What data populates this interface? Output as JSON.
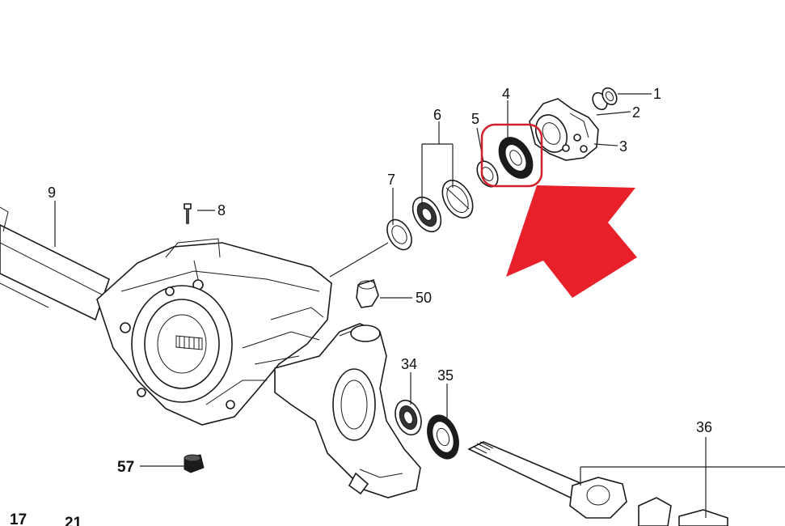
{
  "callouts": [
    {
      "number": "1"
    },
    {
      "number": "2"
    },
    {
      "number": "3"
    },
    {
      "number": "4"
    },
    {
      "number": "5"
    },
    {
      "number": "6"
    },
    {
      "number": "7"
    },
    {
      "number": "8"
    },
    {
      "number": "9"
    },
    {
      "number": "50"
    },
    {
      "number": "34"
    },
    {
      "number": "35"
    },
    {
      "number": "36"
    },
    {
      "number": "57"
    },
    {
      "number": "17"
    },
    {
      "number": "21"
    }
  ],
  "highlight": {
    "part": "4",
    "ring_color": "#d21f2b",
    "arrow_color": "#e8202a"
  }
}
